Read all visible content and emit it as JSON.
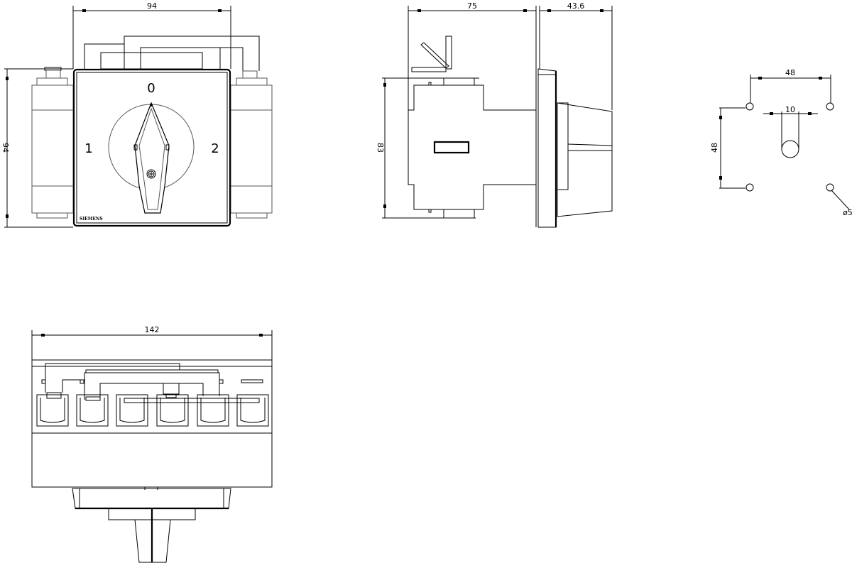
{
  "front_view": {
    "width_dim": "94",
    "height_dim": "94",
    "positions": [
      "0",
      "1",
      "2"
    ],
    "logo": "SIEMENS"
  },
  "side_view": {
    "depth_dim": "75",
    "knob_depth_dim": "43.6",
    "height_dim": "83"
  },
  "drilling_pattern": {
    "horizontal_spacing": "48",
    "vertical_spacing": "48",
    "slot_width": "10",
    "hole_diameter": "ø5"
  },
  "bottom_view": {
    "width_dim": "142"
  }
}
